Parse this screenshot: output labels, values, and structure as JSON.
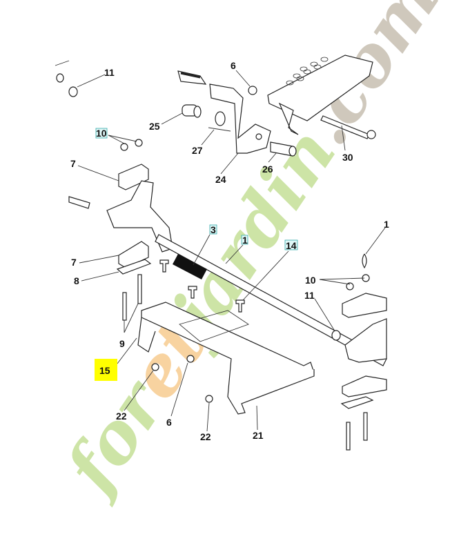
{
  "diagram": {
    "callouts": [
      {
        "id": "c11a",
        "text": "11"
      },
      {
        "id": "c6a",
        "text": "6"
      },
      {
        "id": "c10a",
        "text": "10"
      },
      {
        "id": "c25",
        "text": "25"
      },
      {
        "id": "c27",
        "text": "27"
      },
      {
        "id": "c24",
        "text": "24"
      },
      {
        "id": "c26",
        "text": "26"
      },
      {
        "id": "c30",
        "text": "30"
      },
      {
        "id": "c7a",
        "text": "7"
      },
      {
        "id": "c3",
        "text": "3"
      },
      {
        "id": "c1a",
        "text": "1"
      },
      {
        "id": "c14",
        "text": "14"
      },
      {
        "id": "c1b",
        "text": "1"
      },
      {
        "id": "c7b",
        "text": "7"
      },
      {
        "id": "c8",
        "text": "8"
      },
      {
        "id": "c10b",
        "text": "10"
      },
      {
        "id": "c11b",
        "text": "11"
      },
      {
        "id": "c9",
        "text": "9"
      },
      {
        "id": "c15",
        "text": "15"
      },
      {
        "id": "c22a",
        "text": "22"
      },
      {
        "id": "c6b",
        "text": "6"
      },
      {
        "id": "c22b",
        "text": "22"
      },
      {
        "id": "c21",
        "text": "21"
      }
    ],
    "highlight_color": "#ffff00"
  },
  "watermark": {
    "part1": "for",
    "part2": "et",
    "part3": "jardin",
    "part4": ".com",
    "colors": {
      "green": "#cde4a6",
      "orange": "#f8d3a0",
      "grey": "#cfc8bc"
    }
  }
}
